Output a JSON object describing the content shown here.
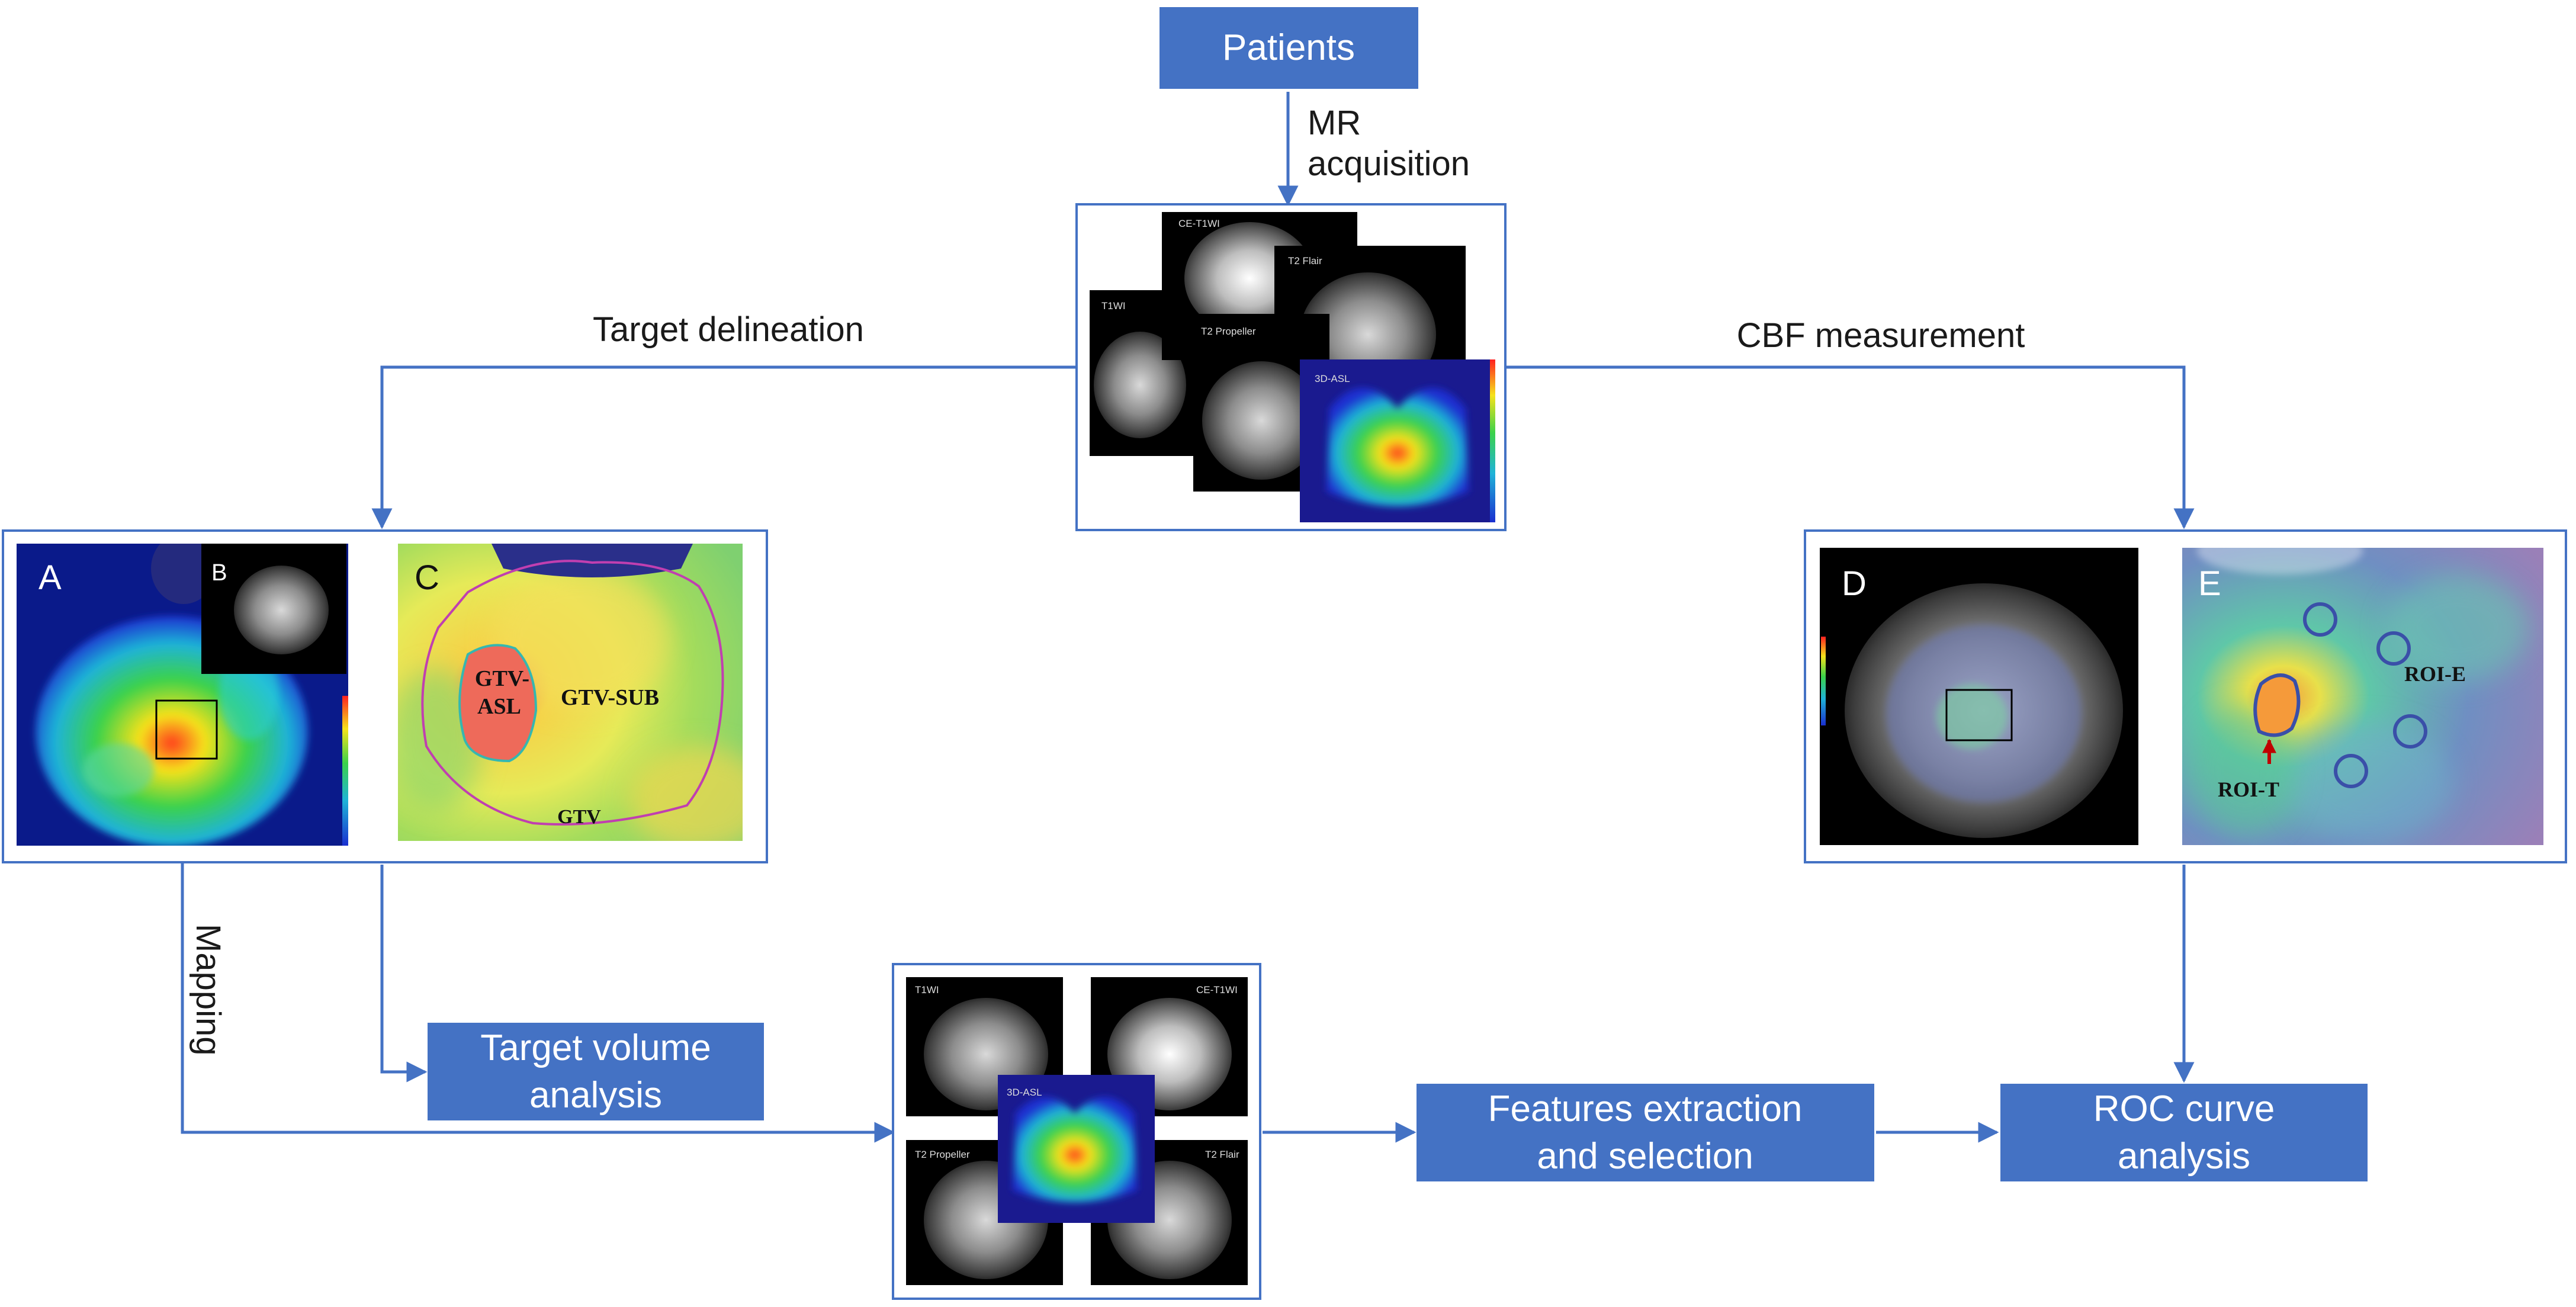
{
  "boxes": {
    "patients": "Patients",
    "target_volume_line1": "Target volume",
    "target_volume_line2": "analysis",
    "features_line1": "Features extraction",
    "features_line2": "and selection",
    "roc_line1": "ROC curve",
    "roc_line2": "analysis"
  },
  "edges": {
    "mr_line1": "MR",
    "mr_line2": "acquisition",
    "target_delineation": "Target delineation",
    "cbf_measurement": "CBF measurement",
    "mapping": "Mapping"
  },
  "panels": {
    "a": "A",
    "b": "B",
    "c": "C",
    "d": "D",
    "e": "E"
  },
  "regions": {
    "gtv_asl_line1": "GTV-",
    "gtv_asl_line2": "ASL",
    "gtv_sub": "GTV-SUB",
    "gtv": "GTV",
    "roi_e": "ROI-E",
    "roi_t": "ROI-T"
  },
  "mri_labels": {
    "t1wi": "T1WI",
    "ce_t1wi": "CE-T1WI",
    "t2_flair": "T2 Flair",
    "t2_propeller": "T2 Propeller",
    "asl_3d": "3D-ASL"
  },
  "colors": {
    "box_fill": "#4472c4",
    "arrow": "#4472c4",
    "frame": "#4472c4",
    "contour_gtv": "#c03fb0",
    "contour_asl": "#35b7b0",
    "roi": "#3a4fa8",
    "roi_arrow": "#c00000"
  }
}
